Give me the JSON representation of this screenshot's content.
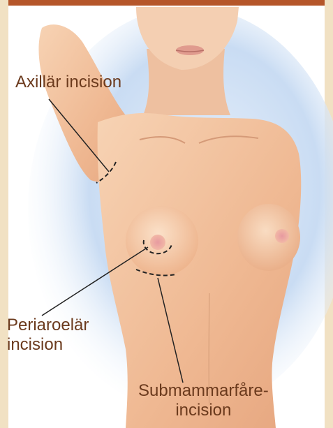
{
  "colors": {
    "accent_bar": "#b5562a",
    "label_text": "#6b3a1d",
    "skin": "#f2c29f",
    "background_blue": "#cfe0f5"
  },
  "labels": {
    "axillar": "Axillär incision",
    "periaroelar_line1": "Periaroelär",
    "periaroelar_line2": "incision",
    "submammar_line1": "Submammarfåre-",
    "submammar_line2": "incision"
  }
}
